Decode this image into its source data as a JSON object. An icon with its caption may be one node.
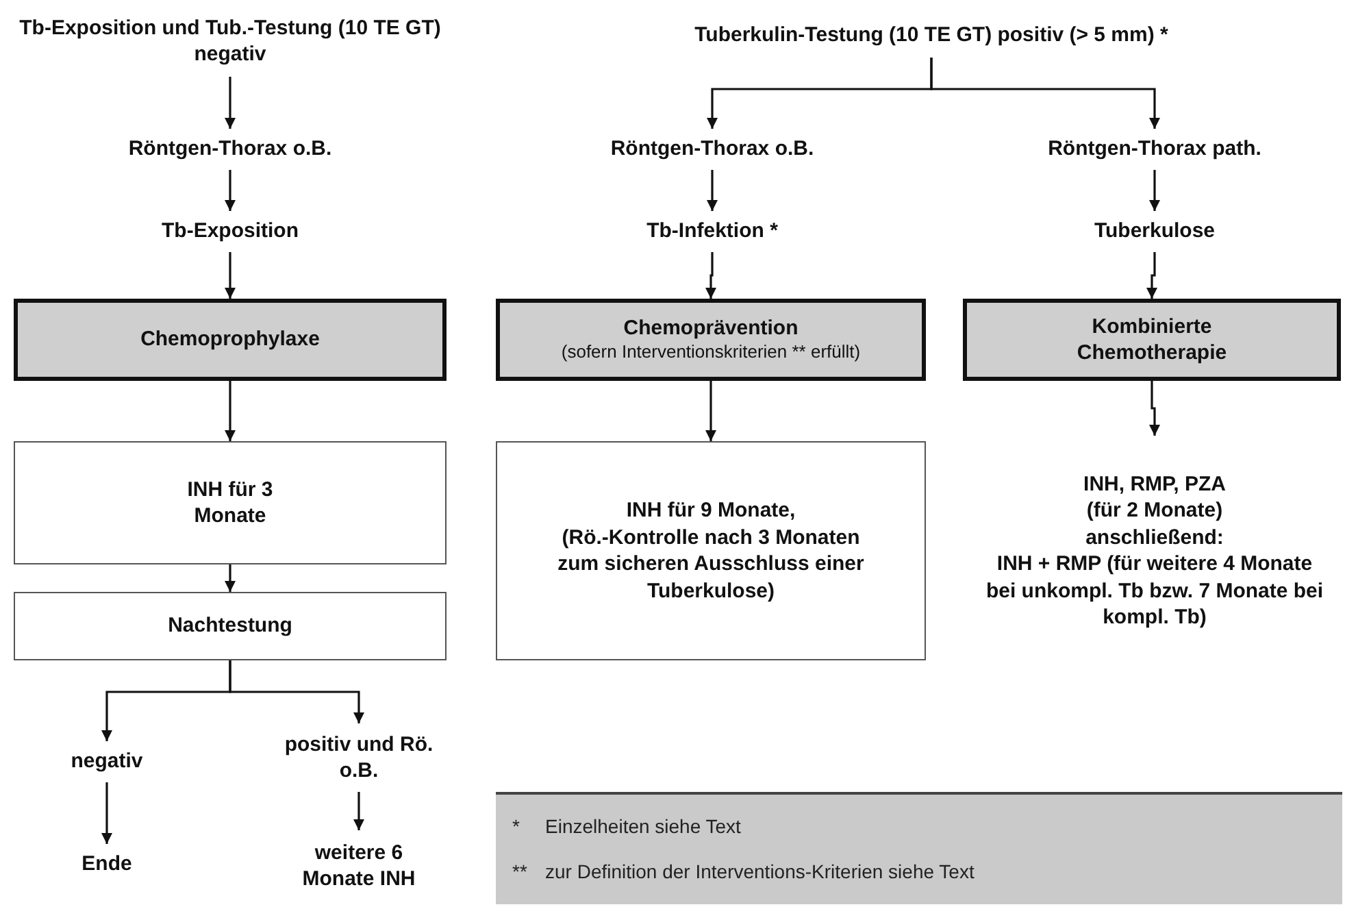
{
  "diagram": {
    "nodes": [
      {
        "text": [
          "Tb-Exposition und Tub.-Testung (10 TE GT) negativ"
        ]
      },
      {
        "text": [
          "Röntgen-Thorax o.B."
        ]
      },
      {
        "text": [
          "Tb-Exposition"
        ]
      },
      {
        "text": [
          "Chemoprophylaxe"
        ]
      },
      {
        "text": [
          "INH für 3 Monate"
        ]
      },
      {
        "text": [
          "Nachtestung"
        ]
      },
      {
        "text": [
          "negativ"
        ]
      },
      {
        "text": [
          "positiv und Rö. o.B."
        ]
      },
      {
        "text": [
          "Ende"
        ]
      },
      {
        "text": [
          "weitere 6 Monate INH"
        ]
      },
      {
        "text": [
          "Tuberkulin-Testung (10 TE GT) positiv (> 5 mm)  *"
        ]
      },
      {
        "text": [
          "Röntgen-Thorax o.B."
        ]
      },
      {
        "text": [
          "Röntgen-Thorax path."
        ]
      },
      {
        "text": [
          "Tb-Infektion *"
        ]
      },
      {
        "text": [
          "Tuberkulose"
        ]
      },
      {
        "text": [
          "Chemoprävention",
          "(sofern Interventionskriterien ** erfüllt)"
        ]
      },
      {
        "text": [
          "Kombinierte Chemotherapie"
        ]
      },
      {
        "text": [
          "INH für 9 Monate,",
          "(Rö.-Kontrolle nach 3 Monaten zum sicheren Ausschluss einer Tuberkulose)"
        ]
      },
      {
        "text": [
          "INH, RMP, PZA",
          "(für 2 Monate)",
          "anschließend:",
          "INH + RMP (für weitere 4 Monate bei unkompl. Tb bzw. 7 Monate bei kompl. Tb)"
        ]
      },
      {
        "text": [
          "*",
          "Einzelheiten siehe Text",
          "**",
          "zur Definition der Interventions-Kriterien siehe Text"
        ]
      }
    ],
    "edges": [
      {
        "from": 0,
        "to": 1,
        "arrow": "to"
      },
      {
        "from": 1,
        "to": 2,
        "arrow": "to"
      },
      {
        "from": 2,
        "to": 3,
        "arrow": "to"
      },
      {
        "from": 3,
        "to": 4,
        "arrow": "to"
      },
      {
        "from": 4,
        "to": 5,
        "arrow": "to"
      },
      {
        "from": 5,
        "to": 6,
        "arrow": "to"
      },
      {
        "from": 5,
        "to": 7,
        "arrow": "to"
      },
      {
        "from": 6,
        "to": 8,
        "arrow": "to"
      },
      {
        "from": 7,
        "to": 9,
        "arrow": "to"
      },
      {
        "from": 10,
        "to": 11,
        "arrow": "to"
      },
      {
        "from": 10,
        "to": 12,
        "arrow": "to"
      },
      {
        "from": 11,
        "to": 13,
        "arrow": "to"
      },
      {
        "from": 12,
        "to": 14,
        "arrow": "to"
      },
      {
        "from": 13,
        "to": 15,
        "arrow": "to"
      },
      {
        "from": 14,
        "to": 16,
        "arrow": "to"
      },
      {
        "from": 15,
        "to": 17,
        "arrow": "to"
      },
      {
        "from": 16,
        "to": 18,
        "arrow": "to"
      }
    ]
  }
}
